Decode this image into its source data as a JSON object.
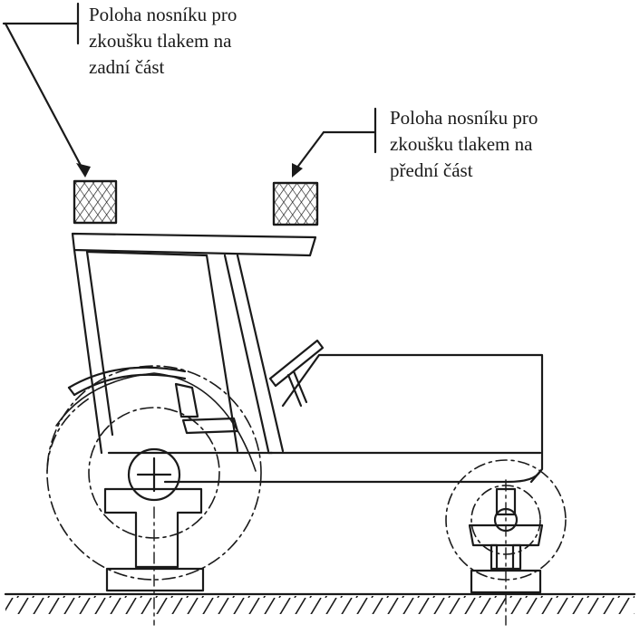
{
  "labels": {
    "rear": {
      "line1": "Poloha nosníku pro",
      "line2": "zkoušku tlakem na",
      "line3": "zadní část"
    },
    "front": {
      "line1": "Poloha nosníku pro",
      "line2": "zkoušku tlakem na",
      "line3": "přední část"
    }
  },
  "colors": {
    "ink": "#1a1a1a",
    "paper": "#ffffff"
  }
}
